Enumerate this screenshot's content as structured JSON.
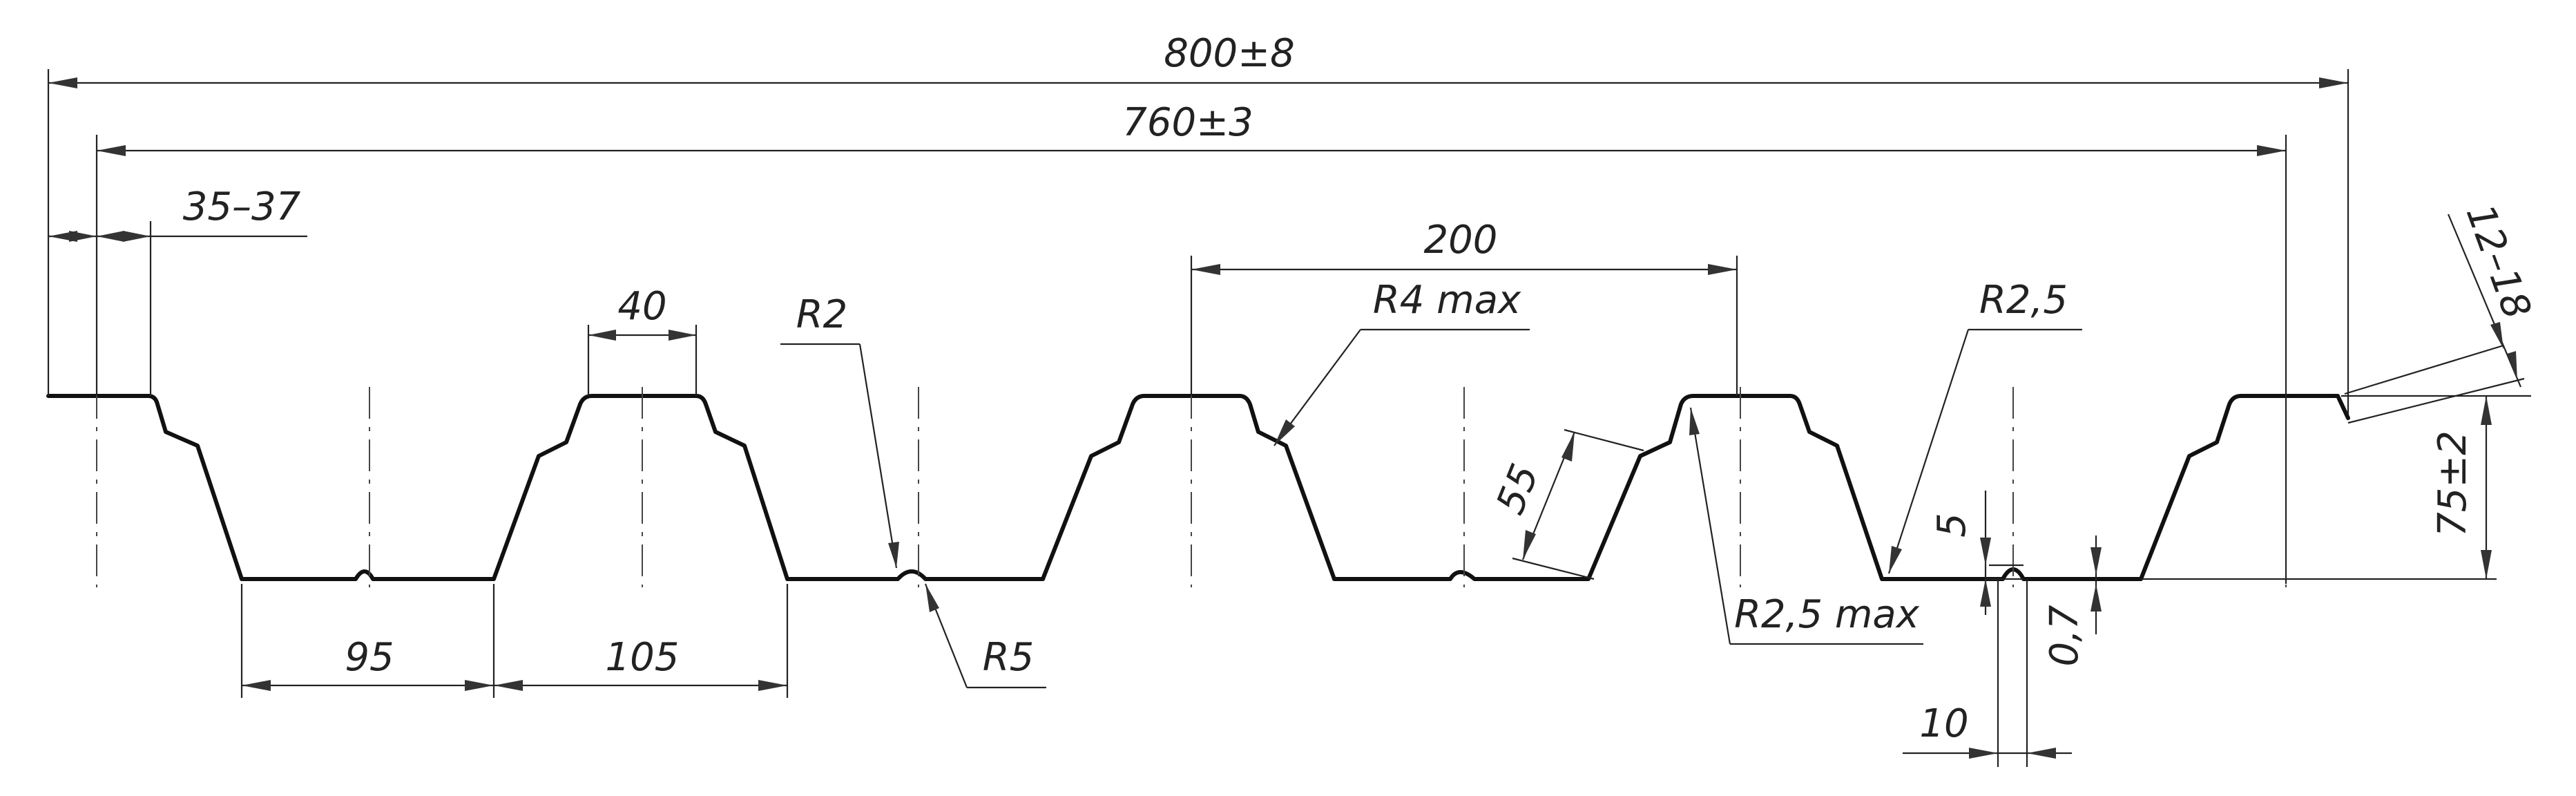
{
  "drawing": {
    "description_free": true,
    "dimensions": {
      "overall_width": "800±8",
      "working_width": "760±3",
      "edge_offset": "35–37",
      "top_flange": "40",
      "pitch": "200",
      "bottom_flange": "95",
      "rib_base": "105",
      "web_length": "55",
      "height": "75±2",
      "edge_lip": "12–18",
      "stiffener_depth": "5",
      "stiffener_width": "10",
      "thickness": "0,7"
    },
    "radii": {
      "r2": "R2",
      "r5": "R5",
      "r4": "R4 max",
      "r25_top": "R2,5",
      "r25_max": "R2,5 max"
    }
  }
}
